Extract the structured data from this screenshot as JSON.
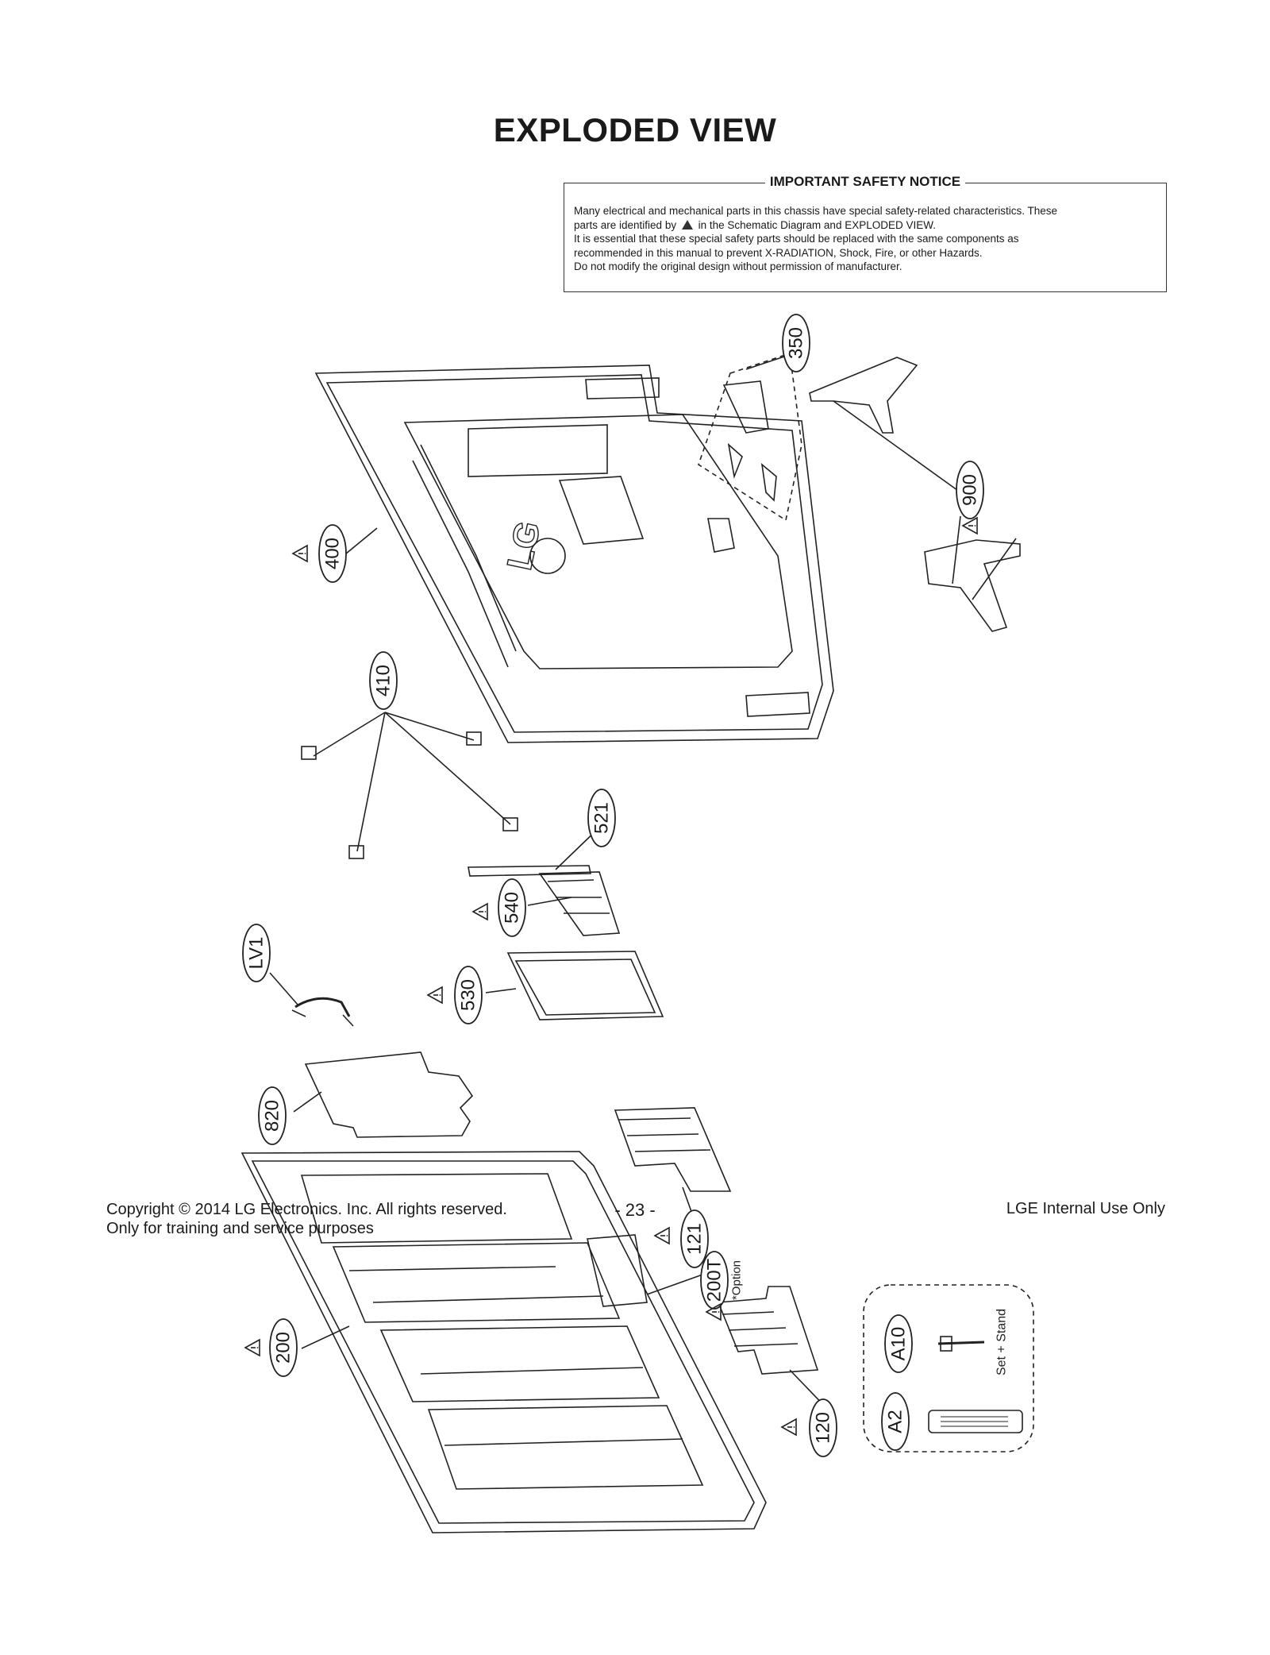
{
  "title": "EXPLODED VIEW",
  "notice": {
    "heading": "IMPORTANT SAFETY NOTICE",
    "line1": "Many electrical and mechanical parts in this chassis have special safety-related characteristics. These",
    "line2a": "parts are identified by",
    "line2b": "in the Schematic Diagram and EXPLODED VIEW.",
    "line3": "It is essential that these special safety parts should be replaced with the same components as",
    "line4": "recommended in this manual to prevent X-RADIATION, Shock, Fire, or other Hazards.",
    "line5": "Do not modify the original design without permission of manufacturer."
  },
  "labels": {
    "p350": "350",
    "p900": "900",
    "p400": "400",
    "p410": "410",
    "p521": "521",
    "p540": "540",
    "pLV1": "LV1",
    "p530": "530",
    "p820": "820",
    "p121": "121",
    "p200T": "200T",
    "option": "*Option",
    "p200": "200",
    "p120": "120",
    "pA10": "A10",
    "pA2": "A2",
    "set_stand": "Set + Stand"
  },
  "footer": {
    "copyright": "Copyright  © 2014 LG Electronics. Inc. All rights reserved.",
    "purpose": "Only for training and service purposes",
    "page": "- 23 -",
    "internal": "LGE Internal Use Only"
  }
}
